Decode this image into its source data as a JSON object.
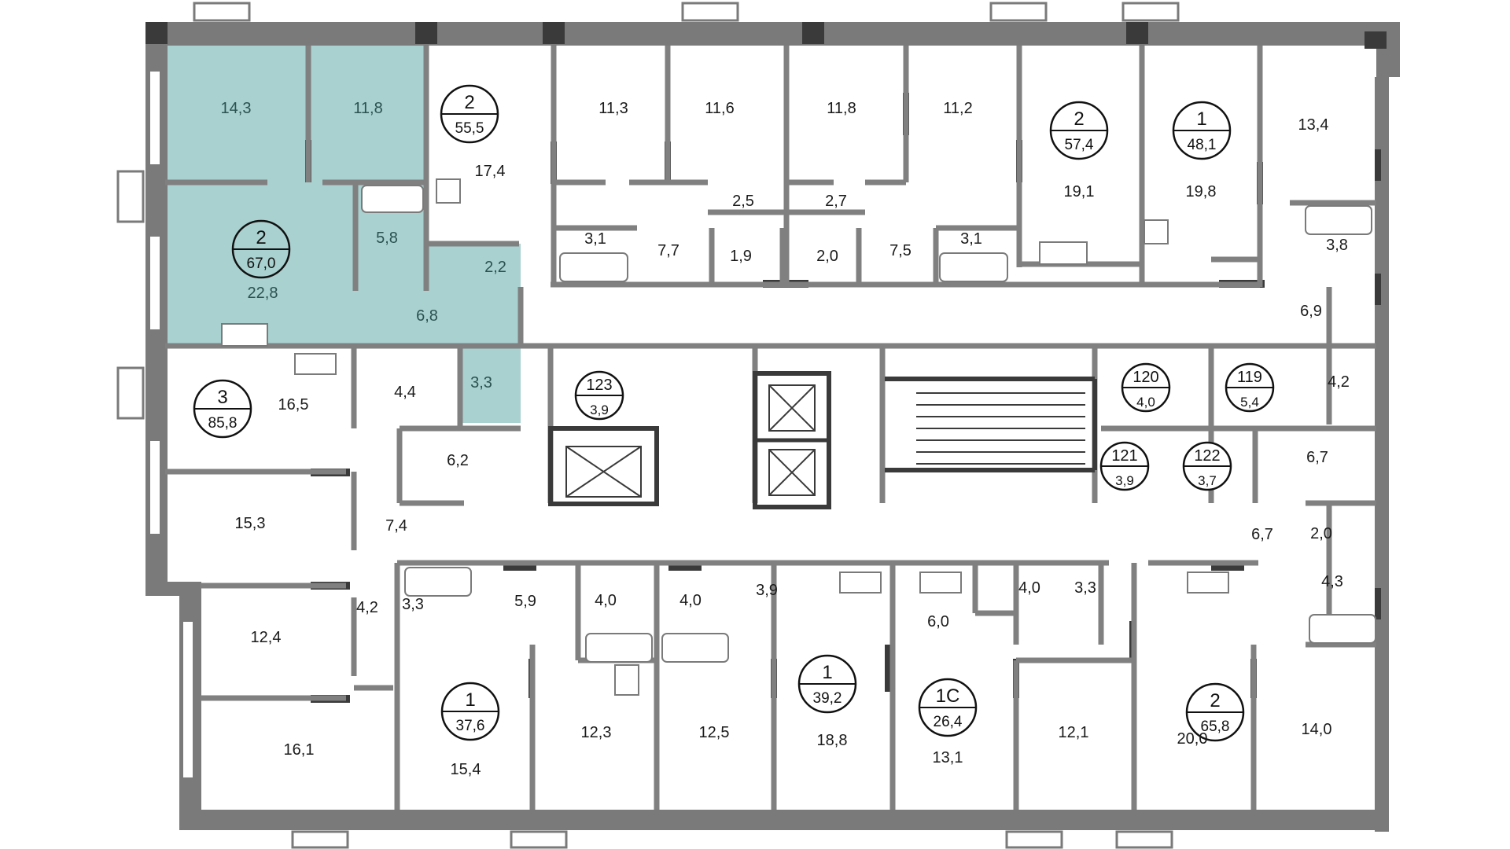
{
  "colors": {
    "selected_fill": "#a9d1cf",
    "wall": "#7a7a7a",
    "dark_wall": "#3a3a3a",
    "background": "#ffffff"
  },
  "apartments": [
    {
      "id": "apt-selected-2-67",
      "rooms": "2",
      "area": "67,0"
    },
    {
      "id": "apt-2-55",
      "rooms": "2",
      "area": "55,5"
    },
    {
      "id": "apt-2-57",
      "rooms": "2",
      "area": "57,4"
    },
    {
      "id": "apt-1-48",
      "rooms": "1",
      "area": "48,1"
    },
    {
      "id": "apt-3-85",
      "rooms": "3",
      "area": "85,8"
    },
    {
      "id": "unit-123",
      "rooms": "123",
      "area": "3,9"
    },
    {
      "id": "unit-120",
      "rooms": "120",
      "area": "4,0"
    },
    {
      "id": "unit-119",
      "rooms": "119",
      "area": "5,4"
    },
    {
      "id": "unit-121",
      "rooms": "121",
      "area": "3,9"
    },
    {
      "id": "unit-122",
      "rooms": "122",
      "area": "3,7"
    },
    {
      "id": "apt-1-37",
      "rooms": "1",
      "area": "37,6"
    },
    {
      "id": "apt-1-39",
      "rooms": "1",
      "area": "39,2"
    },
    {
      "id": "apt-1c-26",
      "rooms": "1С",
      "area": "26,4"
    },
    {
      "id": "apt-2-65",
      "rooms": "2",
      "area": "65,8"
    }
  ],
  "room_labels": [
    "14,3",
    "11,8",
    "5,8",
    "22,8",
    "2,2",
    "6,8",
    "3,3",
    "17,4",
    "11,3",
    "11,6",
    "11,8",
    "11,2",
    "2,5",
    "2,7",
    "3,1",
    "7,7",
    "1,9",
    "2,0",
    "7,5",
    "3,1",
    "19,1",
    "19,8",
    "13,4",
    "3,8",
    "6,9",
    "4,2",
    "16,5",
    "4,4",
    "6,2",
    "6,7",
    "15,3",
    "7,4",
    "6,7",
    "2,0",
    "4,3",
    "12,4",
    "4,2",
    "3,3",
    "5,9",
    "4,0",
    "4,0",
    "3,9",
    "4,0",
    "3,3",
    "6,0",
    "16,1",
    "15,4",
    "12,3",
    "12,5",
    "18,8",
    "13,1",
    "12,1",
    "20,0",
    "14,0"
  ]
}
